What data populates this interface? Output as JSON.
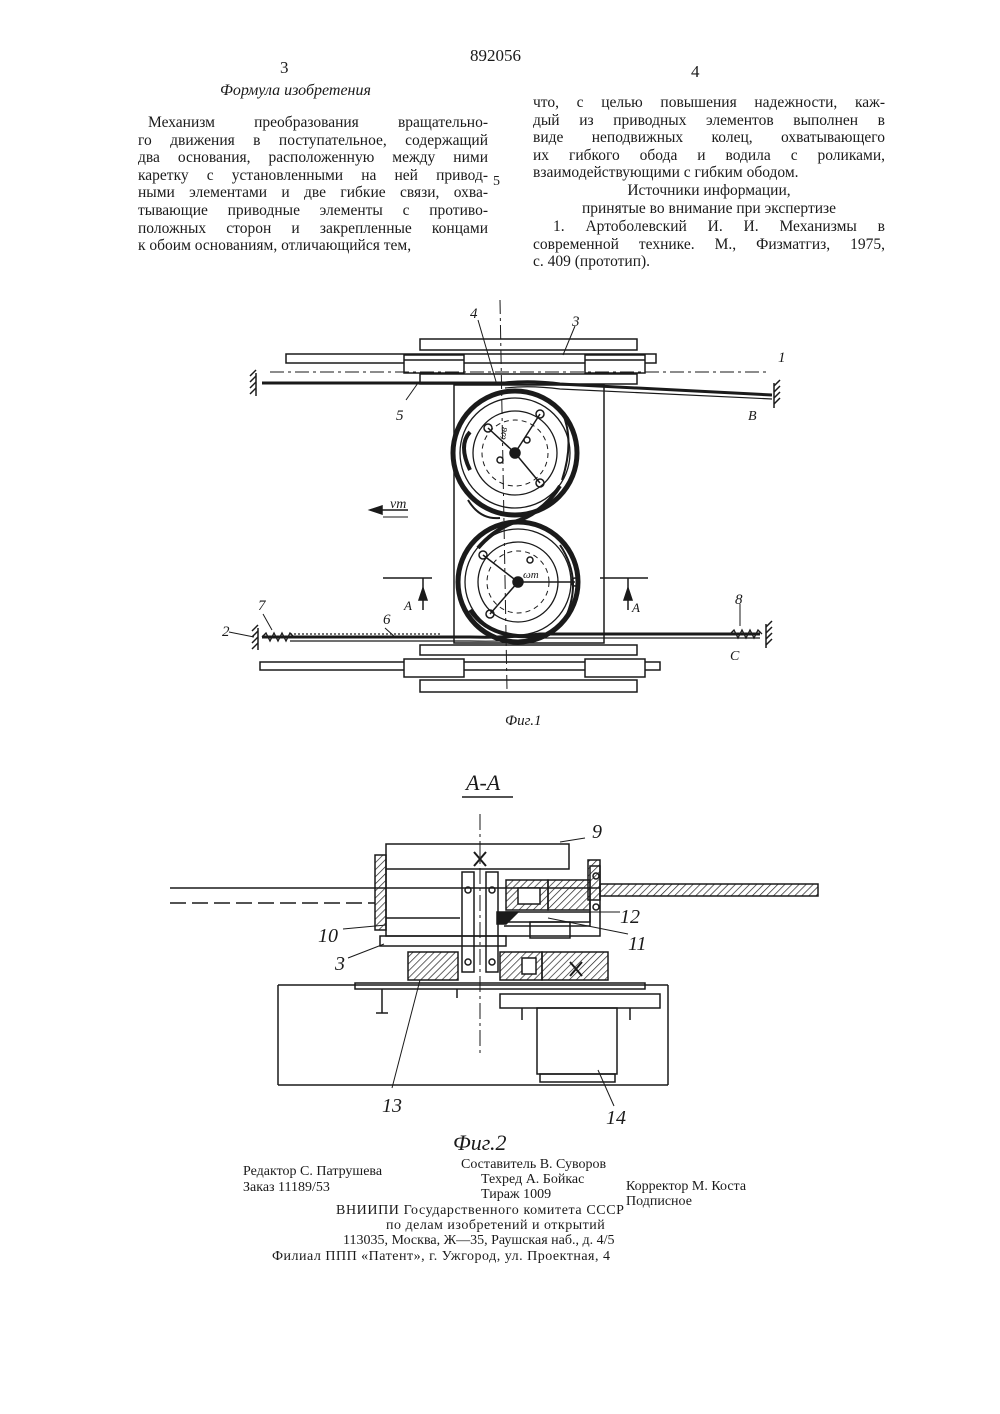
{
  "header": {
    "patent_number": "892056",
    "page_left": "3",
    "page_right": "4"
  },
  "claims": {
    "title": "Формула изобретения",
    "lines": [
      "Механизм преобразования вращательно-",
      "го движения в поступательное, содержащий",
      "два основания, расположенную между ними",
      "каретку с установленными на ней привод-",
      "ными элементами и две гибкие связи, охва-",
      "тывающие приводные элементы с противо-",
      "положных сторон и закрепленные концами",
      "к обоим основаниям, отличающийся тем,"
    ],
    "line_number": "5"
  },
  "right_column": {
    "lines": [
      "что, с целью повышения надежности, каж-",
      "дый из приводных элементов выполнен в",
      "виде неподвижных колец, охватывающего",
      "их гибкого обода и водила с роликами,",
      "взаимодействующими с гибким ободом."
    ],
    "sources_title_1": "Источники информации,",
    "sources_title_2": "принятые во внимание при экспертизе",
    "source_lines": [
      "1. Артоболевский И. И. Механизмы в",
      "современной технике. М., Физматгиз, 1975,",
      "с. 409 (прототип)."
    ]
  },
  "figure1": {
    "caption": "Фиг.1",
    "labels": {
      "l1": "1",
      "l2": "2",
      "l3": "3",
      "l4": "4",
      "l5": "5",
      "l6": "6",
      "l7": "7",
      "l8": "8",
      "B": "B",
      "C": "C",
      "A_left": "A",
      "A_right": "A",
      "v": "vт",
      "omega_top": "ωв",
      "omega_bottom": "ωт"
    }
  },
  "figure2": {
    "section": "А-А",
    "caption": "Фиг.2",
    "labels": {
      "l9": "9",
      "l10": "10",
      "l3": "3",
      "l11": "11",
      "l12": "12",
      "l13": "13",
      "l14": "14"
    }
  },
  "imprint": {
    "editor": "Редактор С. Патрушева",
    "order": "Заказ 11189/53",
    "compiler": "Составитель В. Суворов",
    "techred": "Техред А. Бойкас",
    "circulation": "Тираж 1009",
    "corrector": "Корректор М. Коста",
    "subscription": "Подписное",
    "org1": "ВНИИПИ Государственного комитета СССР",
    "org2": "по делам изобретений и открытий",
    "address": "113035, Москва, Ж—35, Раушская наб., д. 4/5",
    "branch": "Филиал ППП «Патент», г. Ужгород, ул. Проектная, 4"
  }
}
